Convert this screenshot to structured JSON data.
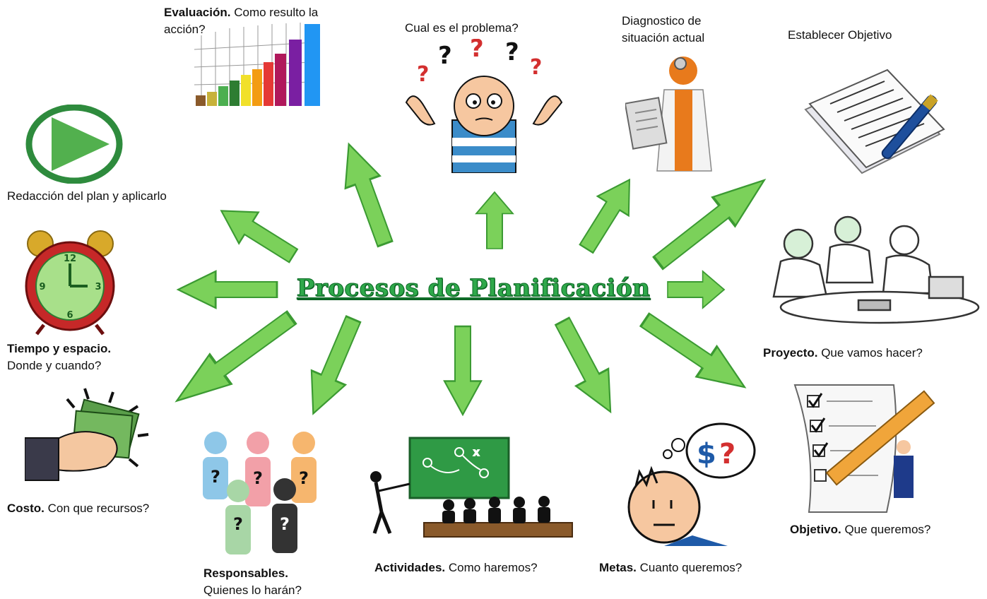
{
  "title": "Procesos de Planificación",
  "labels": {
    "evaluacion_bold": "Evaluación.",
    "evaluacion_text": " Como resulto la",
    "evaluacion_text2": "acción?",
    "problema": "Cual es el problema?",
    "diagnostico1": "Diagnostico de",
    "diagnostico2": "situación actual",
    "establecer": "Establecer Objetivo",
    "redaccion": "Redacción del plan y aplicarlo",
    "tiempo_bold": "Tiempo y espacio.",
    "tiempo_text": "Donde y cuando?",
    "proyecto_bold": "Proyecto.",
    "proyecto_text": " Que vamos hacer?",
    "costo_bold": "Costo.",
    "costo_text": " Con que recursos?",
    "objetivo_bold": "Objetivo.",
    "objetivo_text": " Que queremos?",
    "responsables_bold": "Responsables.",
    "responsables_text": "Quienes lo harán?",
    "actividades_bold": "Actividades.",
    "actividades_text": " Como haremos?",
    "metas_bold": "Metas.",
    "metas_text": " Cuanto queremos?"
  },
  "colors": {
    "arrow_fill": "#7bd15a",
    "arrow_stroke": "#3b9a32",
    "title": "#2fa84a"
  },
  "icons": [
    "bar-chart-icon",
    "confused-person-icon",
    "doctor-icon",
    "document-pen-icon",
    "play-button-icon",
    "team-meeting-icon",
    "alarm-clock-icon",
    "money-hand-icon",
    "checklist-pencil-icon",
    "people-question-icon",
    "classroom-icon",
    "thinking-money-icon"
  ]
}
